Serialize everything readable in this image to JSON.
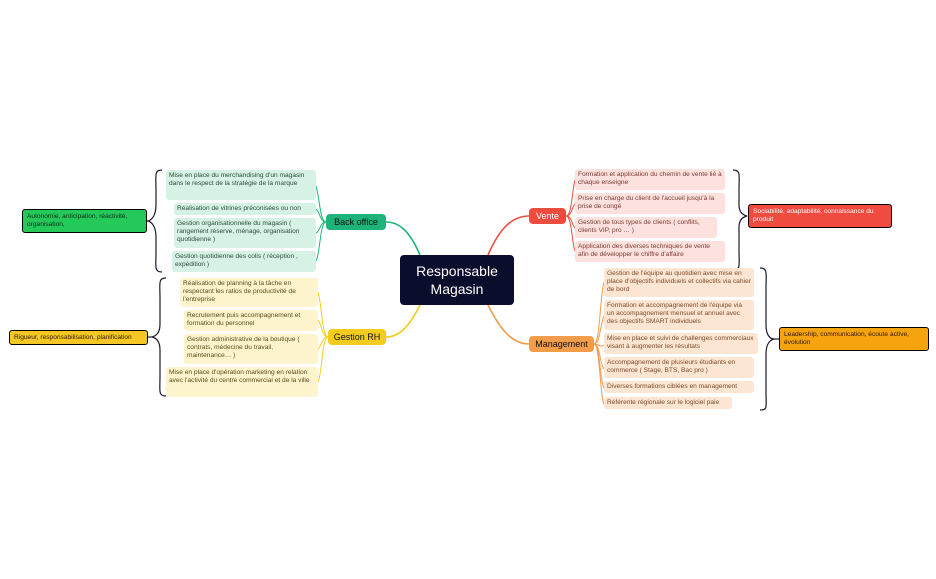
{
  "central": {
    "line1": "Responsable",
    "line2": "Magasin"
  },
  "colors": {
    "central": "#0b0d2d",
    "back_office": "#1db37a",
    "gestion_rh": "#f3cc1e",
    "vente": "#ef4b3f",
    "management": "#f39c4a"
  },
  "branches": {
    "back_office": {
      "label": "Back office",
      "summary": "Autonomie, anticipation, réactivité, organisation,",
      "items": [
        "Mise en place du merchandising d'un magasin dans le respect de la stratégie de la marque",
        "Réalisation de vitrines préconisées ou non",
        "Gestion organisationnelle du magasin ( rangement réserve, ménage, organisation quotidienne )",
        "Gestion quotidienne des colis ( réception , expédition )"
      ]
    },
    "gestion_rh": {
      "label": "Gestion RH",
      "summary": "Rigueur, responsabilisation, planification",
      "items": [
        "Réalisation de planning à la tâche en respectant les ratios de productivité de l'entreprise",
        "Recrutement puis accompagnement et formation du personnel",
        "Gestion administrative de la boutique ( contrats, médecine du travail, maintenance… )",
        "Mise en place d'opération marketing en relation avec l'activité du centre commercial et de la ville"
      ]
    },
    "vente": {
      "label": "Vente",
      "summary": "Sociabilité, adaptabilité, connaissance du produit",
      "items": [
        "Formation et application du chemin de vente lié à chaque enseigne",
        "Prise en charge du client de l'accueil jusqu'à la prise de congé",
        "Gestion de tous types de clients ( conflits, clients VIP, pro … )",
        "Application des diverses techniques de vente afin de développer le chiffre d'affaire"
      ]
    },
    "management": {
      "label": "Management",
      "summary": "Leadership, communication, écoute active, évolution",
      "items": [
        "Gestion de l'équipe au quotidien avec mise en place d'objectifs individuels et collectifs via cahier de bord",
        "Formation et accompagnement de l'équipe via un accompagnement mensuel et annuel avec des objectifs SMART individuels",
        "Mise en place et suivi de challenges commerciaux visant à augmenter les résultats",
        "Accompagnement de plusieurs étudiants en commerce ( Stage, BTS, Bac pro )",
        "Diverses formations ciblées en management",
        "Référente régionale sur le logiciel paie"
      ]
    }
  }
}
